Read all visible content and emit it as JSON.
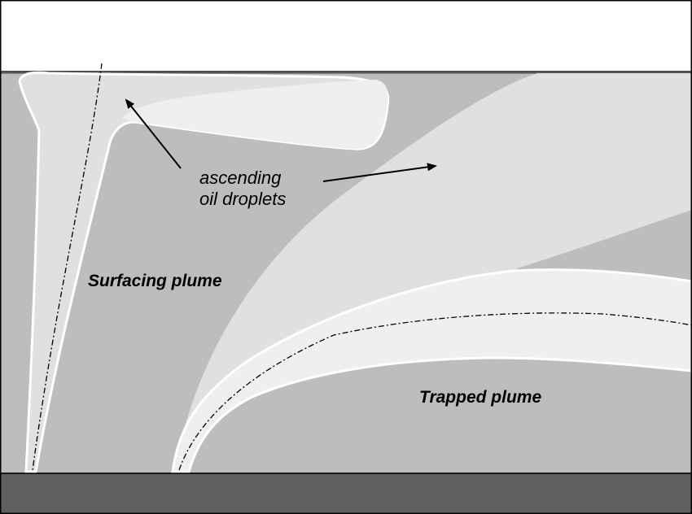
{
  "labels": {
    "ascending_line1": "ascending",
    "ascending_line2": "oil droplets",
    "surfacing_plume": "Surfacing plume",
    "trapped_plume": "Trapped plume"
  },
  "colors": {
    "sky": "#ffffff",
    "water": "#bdbdbd",
    "seabed": "#5f5f5f",
    "plume_light": "#e0e0e0",
    "plume_lighter": "#efefef",
    "outline": "#ffffff"
  }
}
